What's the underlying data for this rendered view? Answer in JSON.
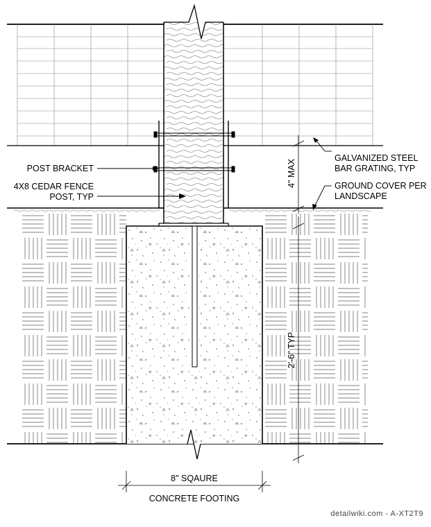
{
  "labels": {
    "post_bracket": "POST BRACKET",
    "cedar_post_line1": "4X8 CEDAR FENCE",
    "cedar_post_line2": "POST, TYP",
    "grating_line1": "GALVANIZED STEEL",
    "grating_line2": "BAR GRATING, TYP",
    "ground_line1": "GROUND COVER PER",
    "ground_line2": "LANDSCAPE",
    "dim_4max": "4\" MAX",
    "dim_2ft6": "2'-6\" TYP",
    "dim_8sq": "8\" SQAURE",
    "concrete_footing": "CONCRETE FOOTING"
  },
  "credit": "detailwiki.com - A-XT2T9"
}
